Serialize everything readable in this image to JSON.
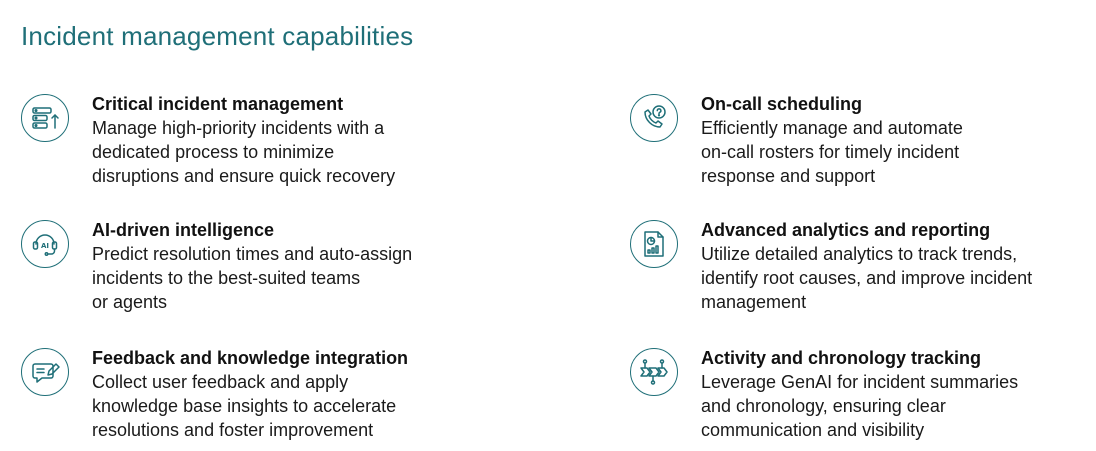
{
  "header": {
    "title": "Incident management capabilities"
  },
  "colors": {
    "accent": "#1f6f78",
    "text": "#1a1a1a"
  },
  "features": [
    {
      "icon": "list-priority-icon",
      "title": "Critical incident management",
      "description": "Manage high-priority incidents with a\ndedicated process to minimize\ndisruptions and ensure quick recovery"
    },
    {
      "icon": "ai-headset-icon",
      "title": "AI-driven intelligence",
      "description": "Predict resolution times and auto-assign\nincidents to the best-suited teams\nor agents"
    },
    {
      "icon": "feedback-edit-icon",
      "title": "Feedback and knowledge integration",
      "description": "Collect user feedback and apply\nknowledge base insights to accelerate\nresolutions and foster improvement"
    },
    {
      "icon": "phone-question-icon",
      "title": "On-call scheduling",
      "description": "Efficiently manage and automate\non-call rosters for timely incident\nresponse and support"
    },
    {
      "icon": "analytics-report-icon",
      "title": "Advanced analytics and reporting",
      "description": "Utilize detailed analytics to track trends,\nidentify root causes, and improve incident\nmanagement"
    },
    {
      "icon": "chronology-flow-icon",
      "title": "Activity and chronology tracking",
      "description": "Leverage GenAI for incident summaries\nand chronology, ensuring clear\ncommunication and visibility"
    }
  ]
}
